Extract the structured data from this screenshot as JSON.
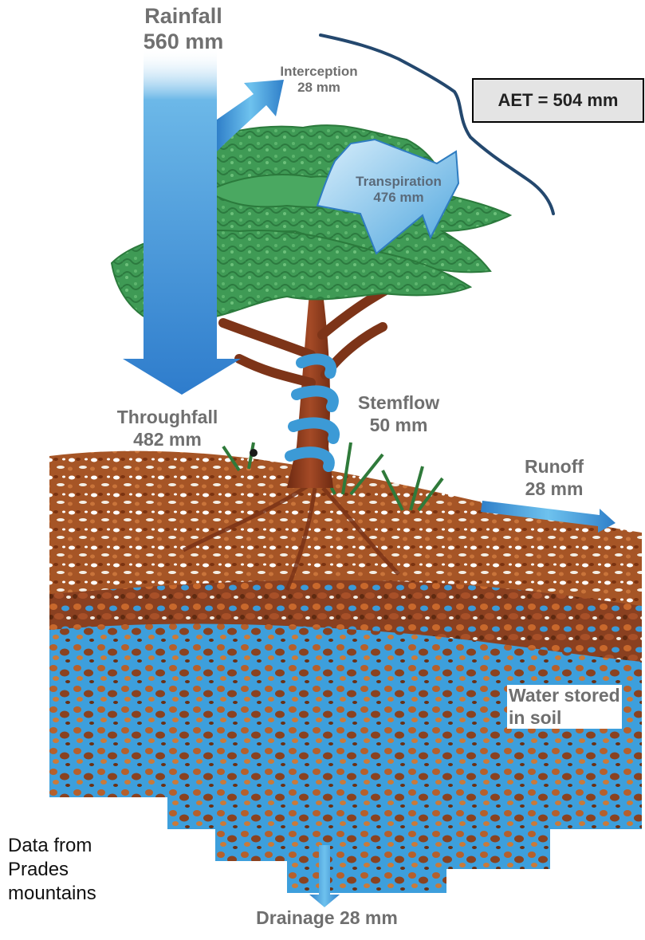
{
  "labels": {
    "rainfall": [
      "Rainfall",
      "560 mm"
    ],
    "interception": [
      "Interception",
      "28 mm"
    ],
    "transpiration": [
      "Transpiration",
      "476 mm"
    ],
    "throughfall": [
      "Throughfall",
      "482 mm"
    ],
    "stemflow": [
      "Stemflow",
      "50 mm"
    ],
    "runoff": [
      "Runoff",
      "28 mm"
    ],
    "water_stored": [
      "Water stored",
      "in soil"
    ],
    "drainage": "Drainage 28 mm"
  },
  "aet_box": "AET = 504 mm",
  "source_note": [
    "Data from",
    "Prades",
    "mountains"
  ],
  "colors": {
    "water_blue": "#3a9ad8",
    "foliage_green": "#3f9a55",
    "trunk_brown": "#8a3a1c",
    "soil_brown": "#9a4a1e",
    "aet_box_fill": "#e4e4e4"
  }
}
